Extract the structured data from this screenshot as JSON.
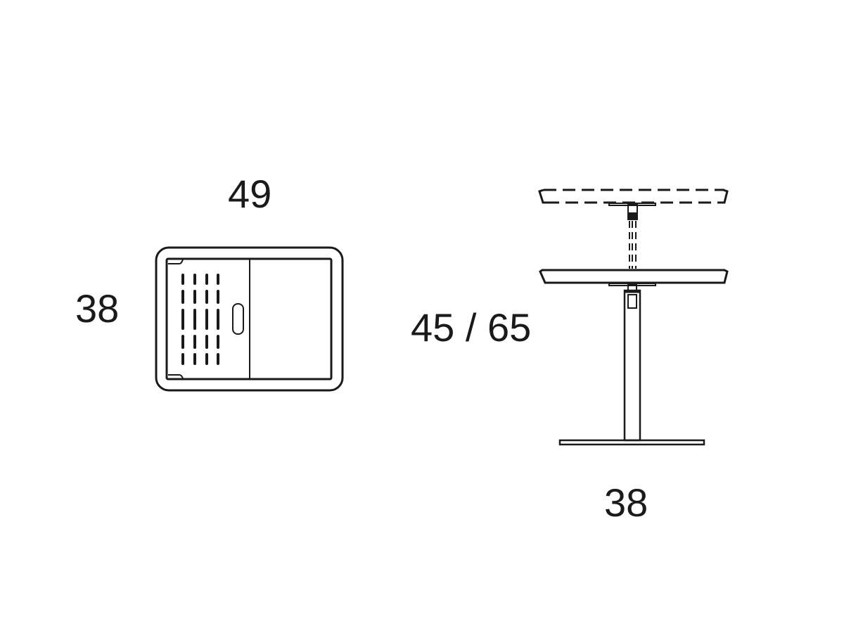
{
  "drawing": {
    "title": "Side table dimension drawing",
    "line_color": "#1a1a1a",
    "background": "#ffffff"
  },
  "top_view": {
    "width_label": "49",
    "depth_label": "38"
  },
  "side_view": {
    "height_label": "45 / 65",
    "base_width_label": "38",
    "raised_top_style": "dashed",
    "lowered_top_style": "solid"
  }
}
